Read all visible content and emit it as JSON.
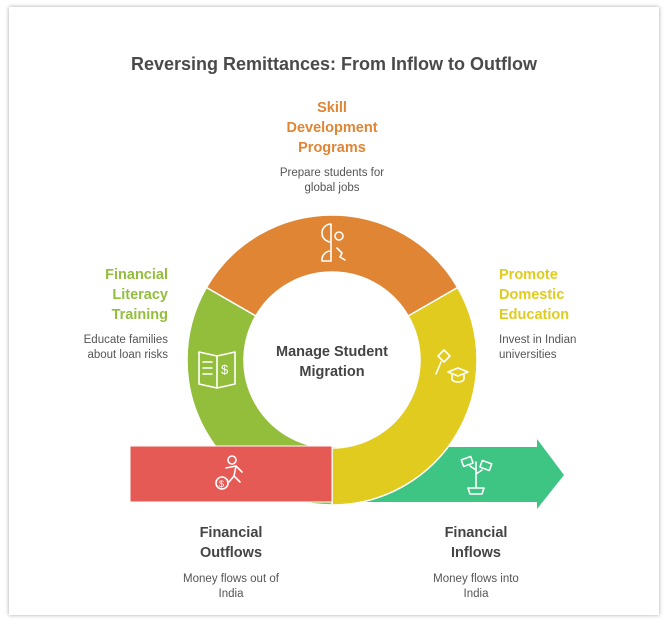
{
  "title": "Reversing Remittances: From Inflow to Outflow",
  "center": {
    "line1": "Manage Student",
    "line2": "Migration"
  },
  "colors": {
    "orange": "#E08534",
    "green": "#93BE3C",
    "yellow": "#E0CB1E",
    "red": "#E65A55",
    "teal": "#3EC583"
  },
  "segments": [
    {
      "title_lines": [
        "Skill",
        "Development",
        "Programs"
      ],
      "desc_lines": [
        "Prepare students for",
        "global jobs"
      ],
      "icon": "head-gear-icon"
    },
    {
      "title_lines": [
        "Financial",
        "Literacy",
        "Training"
      ],
      "desc_lines": [
        "Educate families",
        "about loan risks"
      ],
      "icon": "book-dollar-icon"
    },
    {
      "title_lines": [
        "Promote",
        "Domestic",
        "Education"
      ],
      "desc_lines": [
        "Invest in Indian",
        "universities"
      ],
      "icon": "flag-graduation-cap-icon"
    },
    {
      "title_lines": [
        "Financial",
        "Outflows"
      ],
      "desc_lines": [
        "Money flows out of",
        "India"
      ],
      "icon": "running-money-bag-icon"
    },
    {
      "title_lines": [
        "Financial",
        "Inflows"
      ],
      "desc_lines": [
        "Money flows into",
        "India"
      ],
      "icon": "money-plant-icon"
    }
  ]
}
